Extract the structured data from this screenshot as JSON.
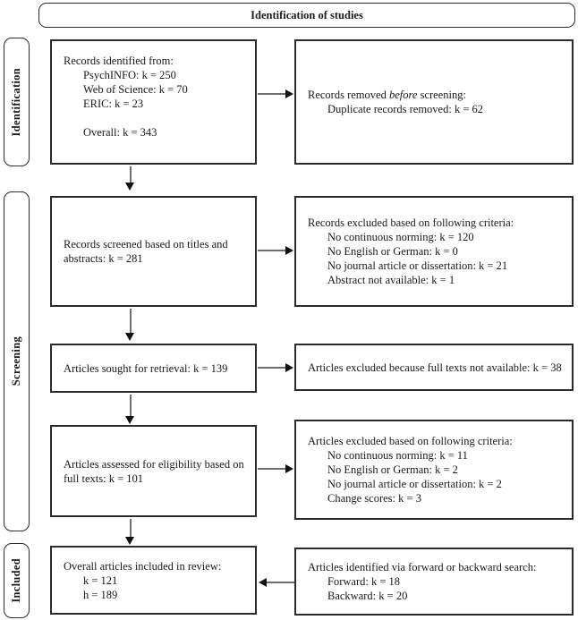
{
  "title": "Identification of studies",
  "stages": {
    "identification": "Identification",
    "screening": "Screening",
    "included": "Included"
  },
  "boxes": {
    "records_identified": {
      "title": "Records identified from:",
      "items": [
        "PsychINFO: k = 250",
        "Web of Science: k = 70",
        "ERIC: k = 23"
      ],
      "overall": "Overall: k = 343"
    },
    "records_removed": {
      "title_pre": "Records removed ",
      "title_italic": "before",
      "title_post": " screening:",
      "items": [
        "Duplicate records removed: k = 62"
      ]
    },
    "records_screened": {
      "text": "Records screened based on titles and abstracts: k = 281"
    },
    "records_excluded": {
      "title": "Records excluded based on following criteria:",
      "items": [
        "No continuous norming: k = 120",
        "No English or German: k = 0",
        "No journal article or dissertation: k = 21",
        "Abstract not available: k = 1"
      ]
    },
    "articles_sought": {
      "text": "Articles sought for retrieval: k = 139"
    },
    "articles_excluded_fulltext": {
      "text": "Articles excluded because full texts not available: k = 38"
    },
    "articles_assessed": {
      "text": "Articles assessed for eligibility based on full texts: k = 101"
    },
    "articles_excluded_criteria": {
      "title": "Articles excluded based on following criteria:",
      "items": [
        "No continuous norming: k = 11",
        "No English or German: k = 2",
        "No journal article or dissertation: k = 2",
        "Change scores: k = 3"
      ]
    },
    "overall_included": {
      "title": "Overall articles included in review:",
      "items": [
        "k = 121",
        "h = 189"
      ]
    },
    "forward_backward": {
      "title": "Articles identified via forward or backward search:",
      "items": [
        "Forward: k = 18",
        "Backward: k = 20"
      ]
    }
  },
  "colors": {
    "background": "#ffffff",
    "box_border": "#2b2b2b",
    "text": "#1a1a1a",
    "arrow_stem": "#6e6e6e",
    "arrow_head": "#111111"
  }
}
